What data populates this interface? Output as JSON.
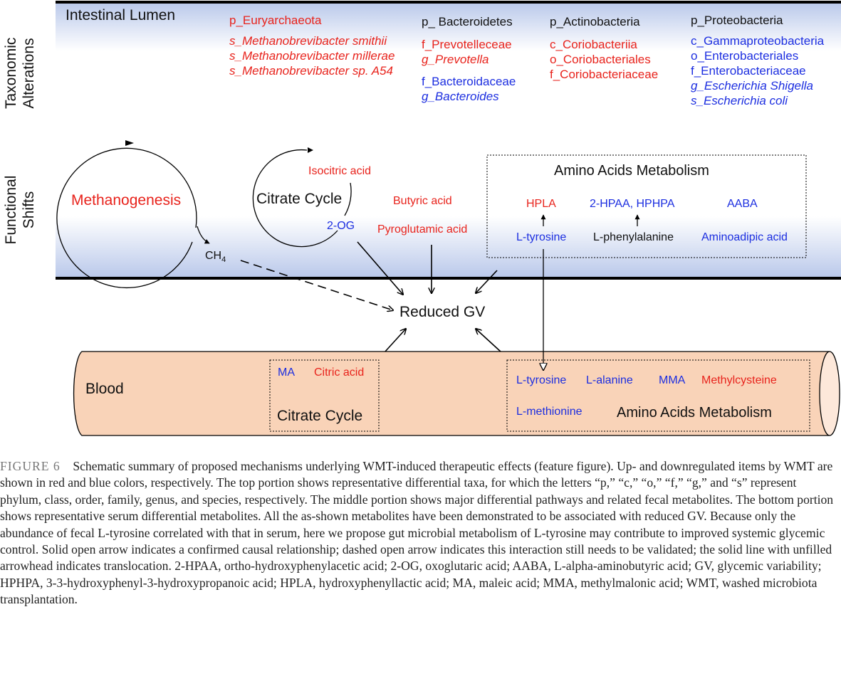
{
  "regions": {
    "lumen": "Intestinal Lumen",
    "taxonomic": [
      "Taxonomic",
      "Alterations"
    ],
    "functional": [
      "Functional",
      "Shifts"
    ],
    "blood": "Blood"
  },
  "taxa": [
    {
      "items": [
        {
          "text": "p_Euryarchaeota",
          "color": "red",
          "italic": false
        },
        {
          "text": "s_Methanobrevibacter smithii",
          "color": "red",
          "italic": true
        },
        {
          "text": "s_Methanobrevibacter millerae",
          "color": "red",
          "italic": true
        },
        {
          "text": "s_Methanobrevibacter sp. A54",
          "color": "red",
          "italic": true
        }
      ]
    },
    {
      "items": [
        {
          "text": "p_ Bacteroidetes",
          "color": "black",
          "italic": false
        },
        {
          "text": "f_Prevotelleceae",
          "color": "red",
          "italic": false
        },
        {
          "text": "g_Prevotella",
          "color": "red",
          "italic": true
        },
        {
          "text": "f_Bacteroidaceae",
          "color": "blue",
          "italic": false
        },
        {
          "text": "g_Bacteroides",
          "color": "blue",
          "italic": true
        }
      ]
    },
    {
      "items": [
        {
          "text": "p_Actinobacteria",
          "color": "black",
          "italic": false
        },
        {
          "text": "c_Coriobacteriia",
          "color": "red",
          "italic": false
        },
        {
          "text": "o_Coriobacteriales",
          "color": "red",
          "italic": false
        },
        {
          "text": "f_Coriobacteriaceae",
          "color": "red",
          "italic": false
        }
      ]
    },
    {
      "items": [
        {
          "text": "p_Proteobacteria",
          "color": "black",
          "italic": false
        },
        {
          "text": "c_Gammaproteobacteria",
          "color": "blue",
          "italic": false
        },
        {
          "text": "o_Enterobacteriales",
          "color": "blue",
          "italic": false
        },
        {
          "text": "f_Enterobacteriaceae",
          "color": "blue",
          "italic": false
        },
        {
          "text": "g_Escherichia Shigella",
          "color": "blue",
          "italic": true
        },
        {
          "text": "s_Escherichia coli",
          "color": "blue",
          "italic": true
        }
      ]
    }
  ],
  "functional": {
    "methanogenesis": "Methanogenesis",
    "ch4": "CH",
    "ch4_sub": "4",
    "citrate_cycle": "Citrate Cycle",
    "isocitric": "Isocitric acid",
    "two_og": "2-OG",
    "butyric": "Butyric acid",
    "pyroglutamic": "Pyroglutamic acid",
    "amino_title": "Amino Acids Metabolism",
    "hpla": "HPLA",
    "hpaa": "2-HPAA, HPHPA",
    "aaba": "AABA",
    "ltyr": "L-tyrosine",
    "lphe": "L-phenylalanine",
    "aminoadipic": "Aminoadipic acid"
  },
  "outcome": "Reduced GV",
  "blood": {
    "ma": "MA",
    "citric": "Citric acid",
    "citrate_cycle": "Citrate Cycle",
    "ltyr": "L-tyrosine",
    "lala": "L-alanine",
    "mma": "MMA",
    "methylcys": "Methylcysteine",
    "lmet": "L-methionine",
    "amino_title": "Amino Acids Metabolism"
  },
  "colors": {
    "up": "#e8231c",
    "down": "#1c2ee0",
    "blood_fill": "#f9d3b8"
  },
  "caption": {
    "label": "FIGURE 6",
    "text": "Schematic summary of proposed mechanisms underlying WMT-induced therapeutic effects (feature figure). Up- and downregulated items by WMT are shown in red and blue colors, respectively. The top portion shows representative differential taxa, for which the letters “p,” “c,” “o,” “f,” “g,” and “s” represent phylum, class, order, family, genus, and species, respectively. The middle portion shows major differential pathways and related fecal metabolites. The bottom portion shows representative serum differential metabolites. All the as-shown metabolites have been demonstrated to be associated with reduced GV. Because only the abundance of fecal L-tyrosine correlated with that in serum, here we propose gut microbial metabolism of L-tyrosine may contribute to improved systemic glycemic control. Solid open arrow indicates a confirmed causal relationship; dashed open arrow indicates this interaction still needs to be validated; the solid line with unfilled arrowhead indicates translocation. 2-HPAA, ortho-hydroxyphenylacetic acid; 2-OG, oxoglutaric acid; AABA, L-alpha-aminobutyric acid; GV, glycemic variability; HPHPA, 3-3-hydroxyphenyl-3-hydroxypropanoic acid; HPLA, hydroxyphenyllactic acid; MA, maleic acid; MMA, methylmalonic acid; WMT, washed microbiota transplantation."
  }
}
